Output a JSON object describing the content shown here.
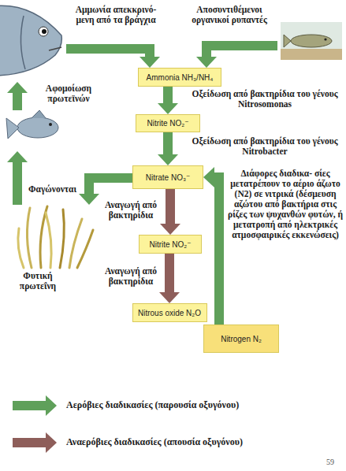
{
  "diagram": {
    "nodes": [
      {
        "text": [
          "Ammonia NH₃/NH₄"
        ]
      },
      {
        "text": [
          "Nitrite NO₂⁻"
        ]
      },
      {
        "text": [
          "Nitrate NO₃⁻"
        ]
      },
      {
        "text": [
          "Nitrite NO₂⁻"
        ]
      },
      {
        "text": [
          "Nitrous oxide N₂O"
        ]
      },
      {
        "text": [
          "Nitrogen N₂"
        ]
      }
    ],
    "edges": [
      {
        "from": 0,
        "to": 1,
        "arrow": "to",
        "label": "Οξείδωση από βακτηρίδια του γένους Nitrosomonas"
      },
      {
        "from": 1,
        "to": 2,
        "arrow": "to",
        "label": "Οξείδωση από βακτηρίδια του γένους Nitrobacter"
      },
      {
        "from": 2,
        "to": 3,
        "arrow": "to",
        "label": "Αναγωγή από βακτηρίδια"
      },
      {
        "from": 3,
        "to": 4,
        "arrow": "to",
        "label": "Αναγωγή από βακτηρίδια"
      },
      {
        "from": 5,
        "to": 2,
        "arrow": "to",
        "label": "Διάφορες διαδικα- σίες μετατρέπουν το αέριο άζωτο (N2) σε νιτρικά (δέσμευση αζώτου από βακτήρια στις ρίζες των ψυχανθών φυτών, ή μετατροπή από ηλεκτρικές ατμοσφαιρικές εκκενώσεις)"
      }
    ],
    "labels": [
      "Αμμωνία απεκκρινό- μενη από τα βράγχια",
      "Αποσυντιθέμενοι οργανικοί ρυπαντές",
      "Αφομοίωση πρωτεϊνών",
      "Φαγώνονται",
      "Φυτική πρωτεΐνη",
      "59"
    ],
    "legend": [
      {
        "text": "Αερόβιες διαδικασίες (παρουσία οξυγόνου)"
      },
      {
        "text": "Αναερόβιες διαδικασίες (απουσία οξυγόνου)"
      }
    ]
  }
}
